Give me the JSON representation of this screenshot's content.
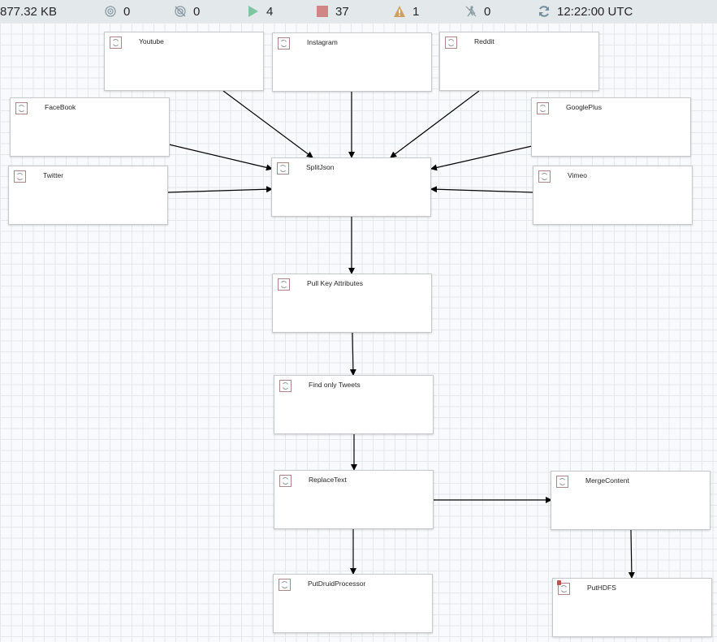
{
  "status_bar": {
    "data_size": "877.32 KB",
    "transmitting": "0",
    "not_transmitting": "0",
    "running": "4",
    "stopped": "37",
    "invalid": "1",
    "disabled": "0",
    "last_refreshed": "12:22:00 UTC"
  },
  "processors": [
    {
      "name": "Youtube"
    },
    {
      "name": "Instagram"
    },
    {
      "name": "Reddit"
    },
    {
      "name": "FaceBook"
    },
    {
      "name": "GooglePlus"
    },
    {
      "name": "Twitter"
    },
    {
      "name": "SplitJson"
    },
    {
      "name": "Vimeo"
    },
    {
      "name": "Pull Key Attributes"
    },
    {
      "name": "Find only Tweets"
    },
    {
      "name": "ReplaceText"
    },
    {
      "name": "MergeContent"
    },
    {
      "name": "PutDruidProcessor"
    },
    {
      "name": "PutHDFS"
    }
  ],
  "colors": {
    "running": "#7dc7a0",
    "stopped": "#d18686",
    "invalid": "#cf9f5d",
    "icon_border": "#ad8787"
  }
}
